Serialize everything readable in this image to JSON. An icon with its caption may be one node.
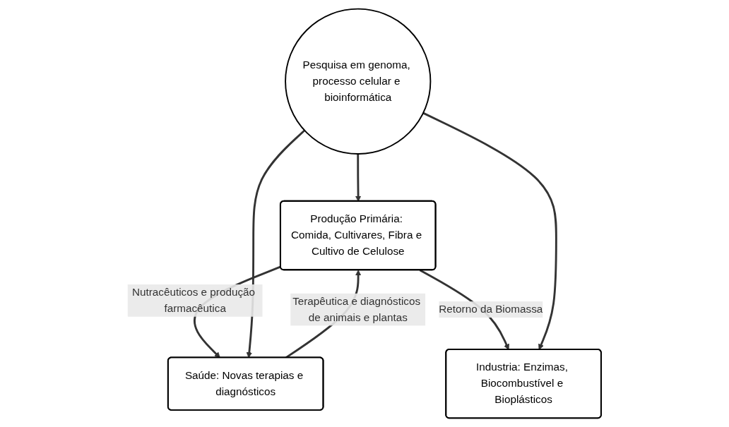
{
  "diagram": {
    "nodes": [
      {
        "text": [
          "Produção Primária: Comida, Cultivares, Fibra e Cultivo de Celulose"
        ]
      },
      {
        "text": [
          "Pesquisa em genoma, processo celular e bioinformática"
        ]
      },
      {
        "text": [
          "Saúde: Novas terapias e diagnósticos"
        ]
      },
      {
        "text": [
          "Industria: Enzimas, Biocombustível e Bioplásticos"
        ]
      }
    ],
    "edges": [
      {
        "from": 2,
        "to": 0,
        "arrow": "to",
        "label": "Terapêutica e diagnósticos de animais e plantas"
      },
      {
        "from": 0,
        "to": 2,
        "arrow": "to",
        "label": "Nutracêuticos e produção farmacêutica"
      },
      {
        "from": 0,
        "to": 3,
        "arrow": "to",
        "label": "Retorno da Biomassa"
      },
      {
        "from": 1,
        "to": 0,
        "arrow": "to"
      },
      {
        "from": 1,
        "to": 2,
        "arrow": "to"
      },
      {
        "from": 1,
        "to": 3,
        "arrow": "to"
      }
    ]
  }
}
